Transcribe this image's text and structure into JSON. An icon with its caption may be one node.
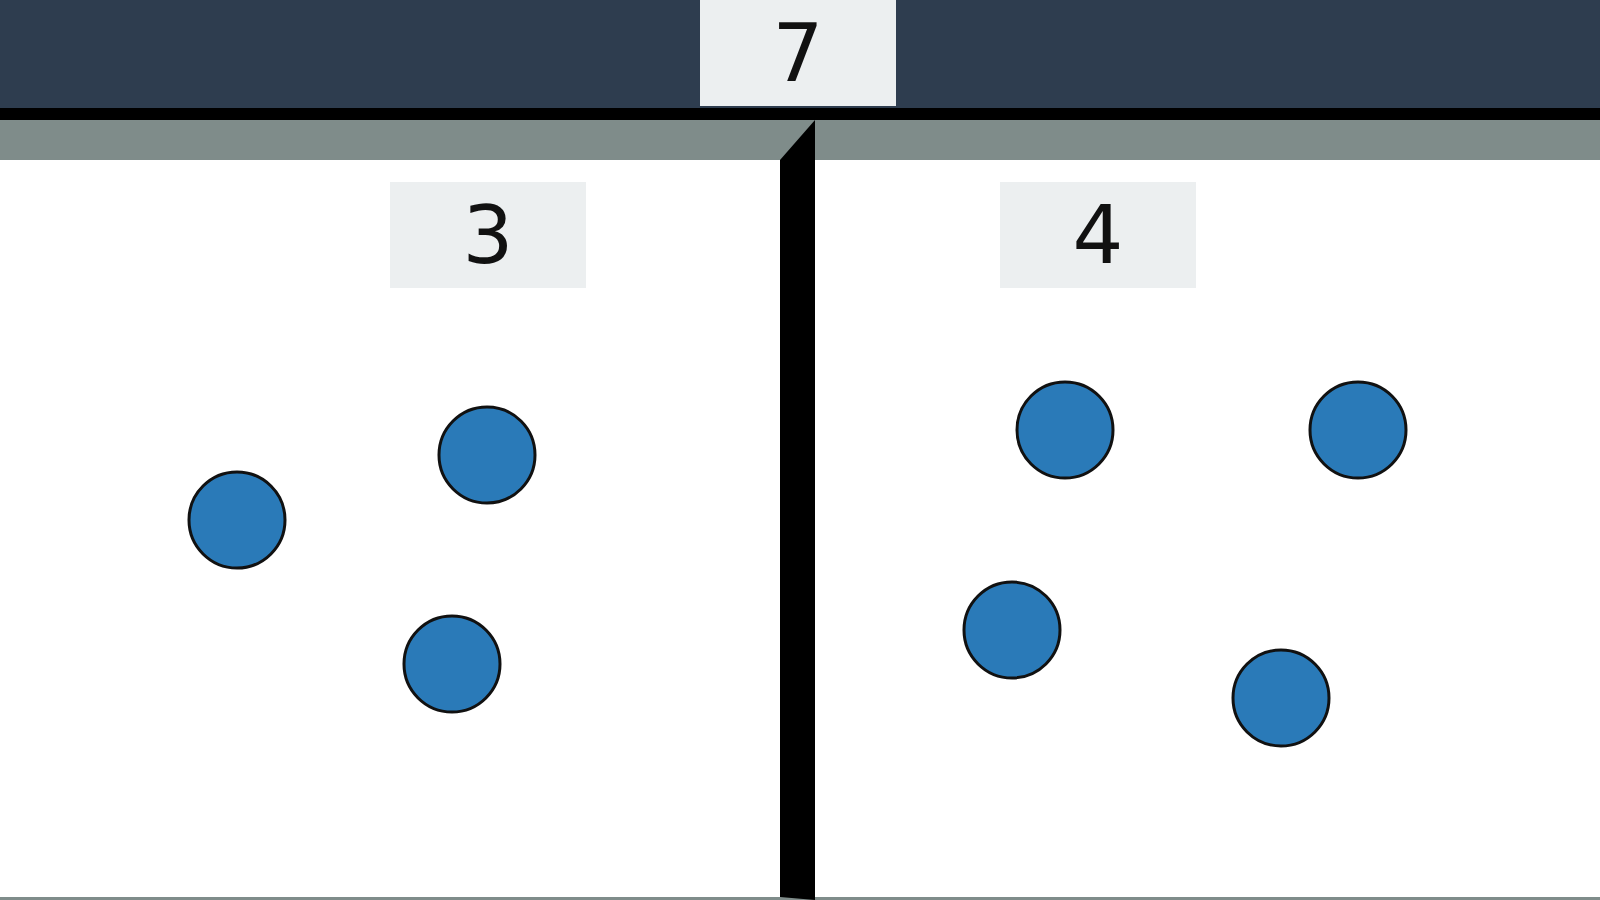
{
  "diagram": {
    "nodes": [
      {
        "text": [
          "7"
        ]
      },
      {
        "text": [
          "3"
        ]
      },
      {
        "text": [
          "4"
        ]
      },
      {
        "text": [],
        "shape": "circle",
        "in": 1
      },
      {
        "text": [],
        "shape": "circle",
        "in": 1
      },
      {
        "text": [],
        "shape": "circle",
        "in": 1
      },
      {
        "text": [],
        "shape": "circle",
        "in": 2
      },
      {
        "text": [],
        "shape": "circle",
        "in": 2
      },
      {
        "text": [],
        "shape": "circle",
        "in": 2
      },
      {
        "text": [],
        "shape": "circle",
        "in": 2
      }
    ],
    "edges": []
  }
}
